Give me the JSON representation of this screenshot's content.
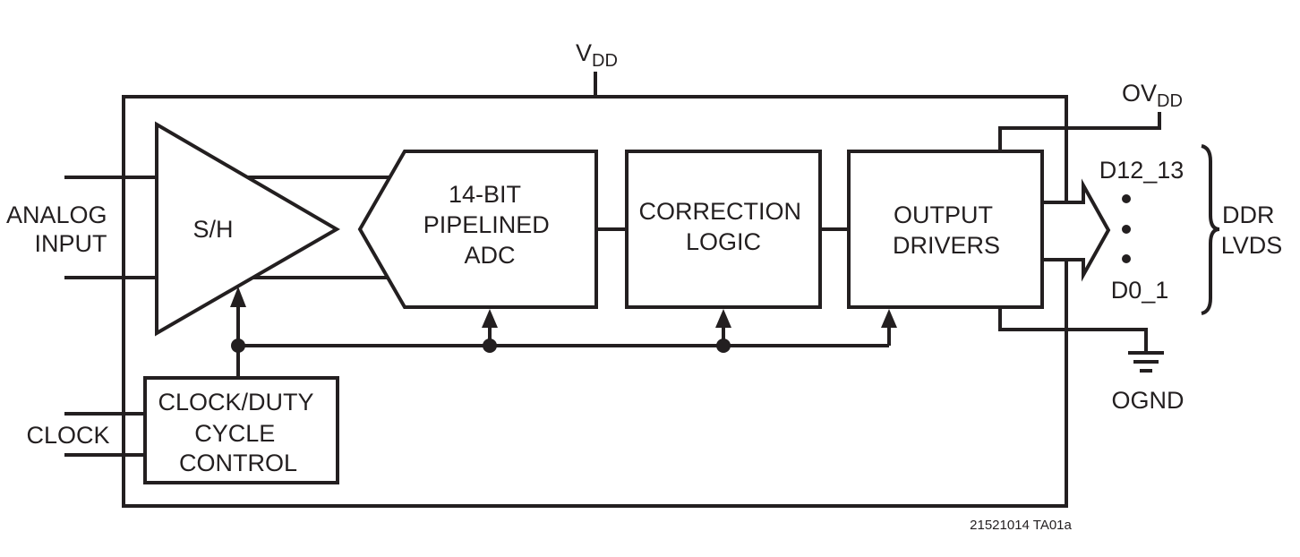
{
  "diagram": {
    "supply": {
      "main": "V",
      "sub": "DD"
    },
    "output_supply": {
      "main": "OV",
      "sub": "DD"
    },
    "inputs": {
      "analog": [
        "ANALOG",
        "INPUT"
      ],
      "clock": "CLOCK"
    },
    "blocks": {
      "sample_hold": "S/H",
      "adc": [
        "14-BIT",
        "PIPELINED",
        "ADC"
      ],
      "correction": [
        "CORRECTION",
        "LOGIC"
      ],
      "output_drivers": [
        "OUTPUT",
        "DRIVERS"
      ],
      "clock_control": [
        "CLOCK/DUTY",
        "CYCLE",
        "CONTROL"
      ]
    },
    "outputs": {
      "top_bit": "D12_13",
      "bottom_bit": "D0_1",
      "bus_type": [
        "DDR",
        "LVDS"
      ]
    },
    "ground": "OGND",
    "figure_id": "21521014 TA01a"
  }
}
